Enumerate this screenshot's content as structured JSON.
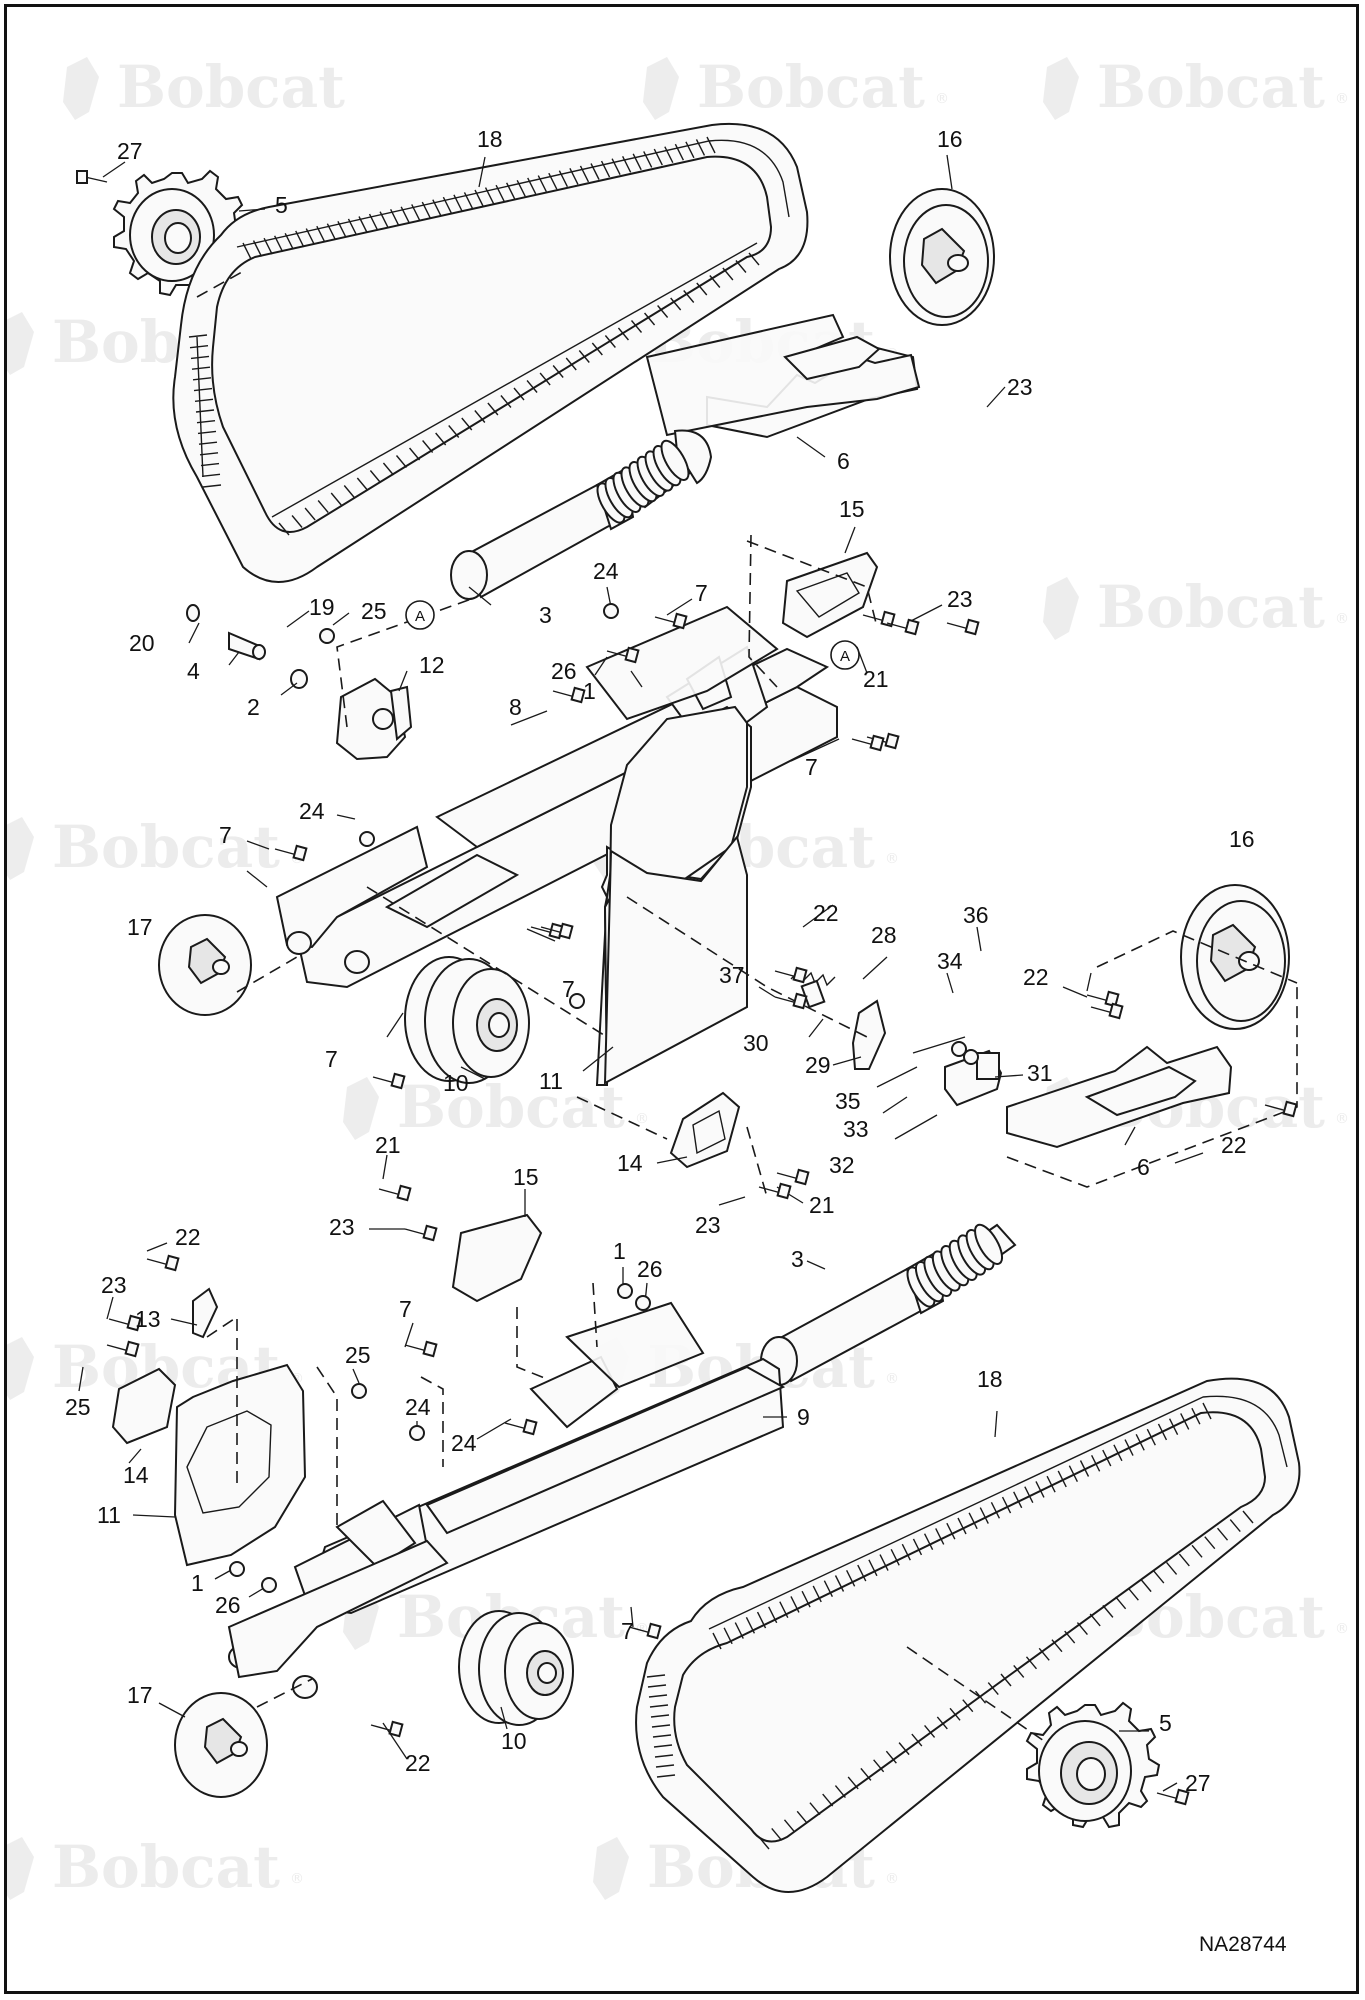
{
  "watermark": {
    "brand": "Bobcat",
    "reg_mark": "®"
  },
  "reference_code": "NA28744",
  "assembly_marker": "A",
  "callouts": {
    "c1": "27",
    "c2": "5",
    "c3": "18",
    "c4": "16",
    "c5": "23",
    "c6": "6",
    "c7": "15",
    "c8": "24",
    "c9": "7",
    "c10": "23",
    "c11": "19",
    "c12": "25",
    "c13": "3",
    "c14": "20",
    "c15": "4",
    "c16": "26",
    "c17": "1",
    "c18": "21",
    "c19": "2",
    "c20": "12",
    "c21": "8",
    "c22": "7",
    "c23": "24",
    "c24": "7",
    "c25": "17",
    "c26": "7",
    "c27": "7",
    "c28": "10",
    "c29": "11",
    "c30": "22",
    "c31": "28",
    "c32": "36",
    "c33": "34",
    "c34": "16",
    "c35": "22",
    "c36": "37",
    "c37": "30",
    "c38": "29",
    "c39": "31",
    "c40": "35",
    "c41": "33",
    "c42": "32",
    "c43": "22",
    "c44": "6",
    "c45": "14",
    "c46": "21",
    "c47": "23",
    "c48": "21",
    "c49": "15",
    "c50": "23",
    "c51": "22",
    "c52": "3",
    "c53": "1",
    "c54": "26",
    "c55": "23",
    "c56": "13",
    "c57": "7",
    "c58": "25",
    "c59": "25",
    "c60": "24",
    "c61": "24",
    "c62": "9",
    "c63": "18",
    "c64": "14",
    "c65": "11",
    "c66": "1",
    "c67": "26",
    "c68": "7",
    "c69": "17",
    "c70": "22",
    "c71": "10",
    "c72": "5",
    "c73": "27"
  }
}
